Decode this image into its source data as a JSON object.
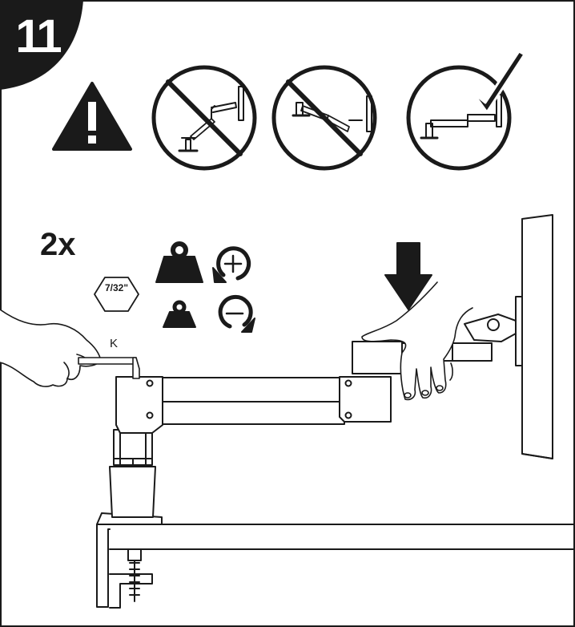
{
  "step": {
    "number": "11"
  },
  "quantity": {
    "label": "2x"
  },
  "tool": {
    "hex_size": "7/32\"",
    "callout_letter": "K"
  },
  "icons": {
    "warning": "warning-icon",
    "incorrect_1": "prohibited-arm-tilted-up-icon",
    "incorrect_2": "prohibited-arm-tilted-down-icon",
    "correct": "approved-arm-level-icon",
    "heavy": "heavy-weight-icon",
    "light": "light-weight-icon",
    "increase": "rotate-clockwise-plus-icon",
    "decrease": "rotate-counterclockwise-minus-icon",
    "press": "down-arrow-icon"
  },
  "colors": {
    "ink": "#1a1a1a",
    "paper": "#ffffff"
  }
}
